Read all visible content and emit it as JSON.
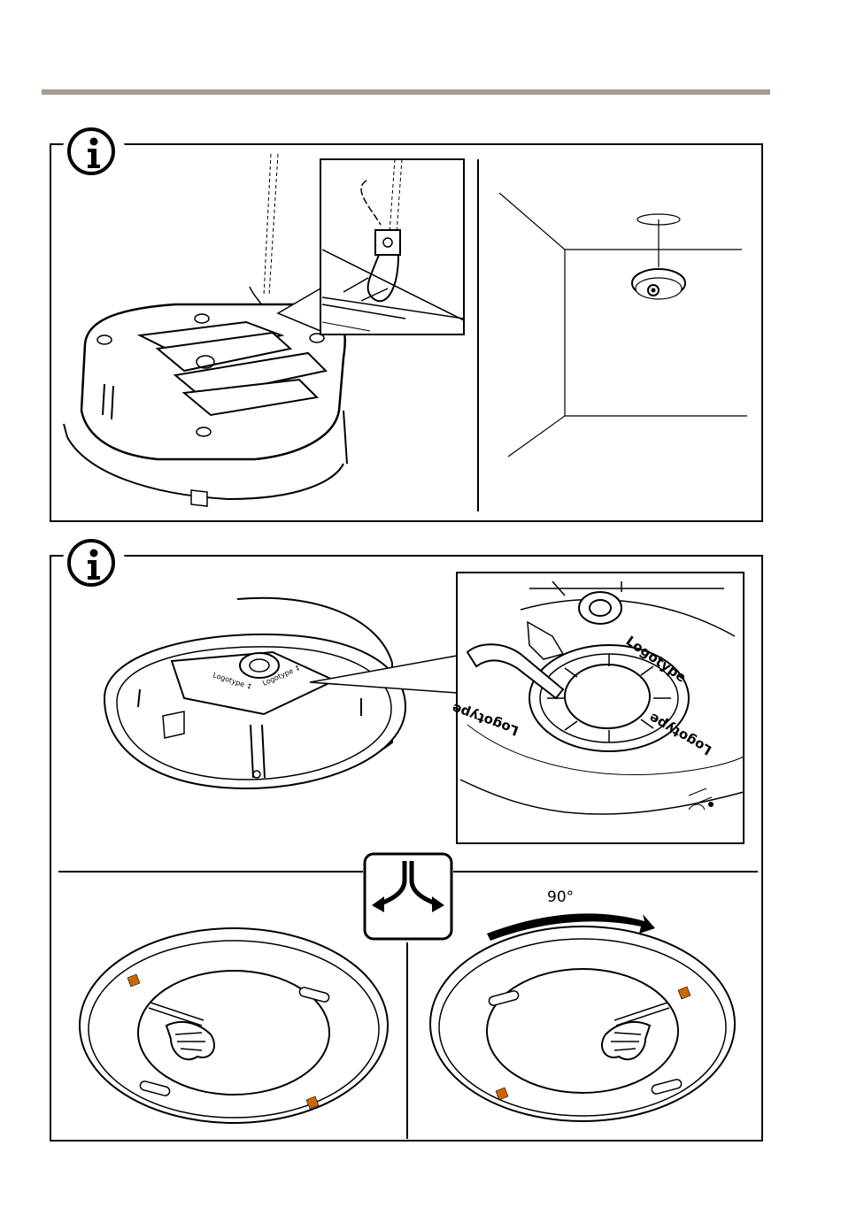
{
  "page": {
    "accent_bar_color": "#a89c91"
  },
  "panel1": {
    "icon": "info-icon"
  },
  "panel2": {
    "icon": "info-icon",
    "callout_labels": {
      "logotype_top": "Logotype",
      "logotype_left": "Logotype",
      "logotype_right": "Logotype"
    },
    "choice_icon": "split-arrows-icon",
    "rotation_label": "90°"
  }
}
